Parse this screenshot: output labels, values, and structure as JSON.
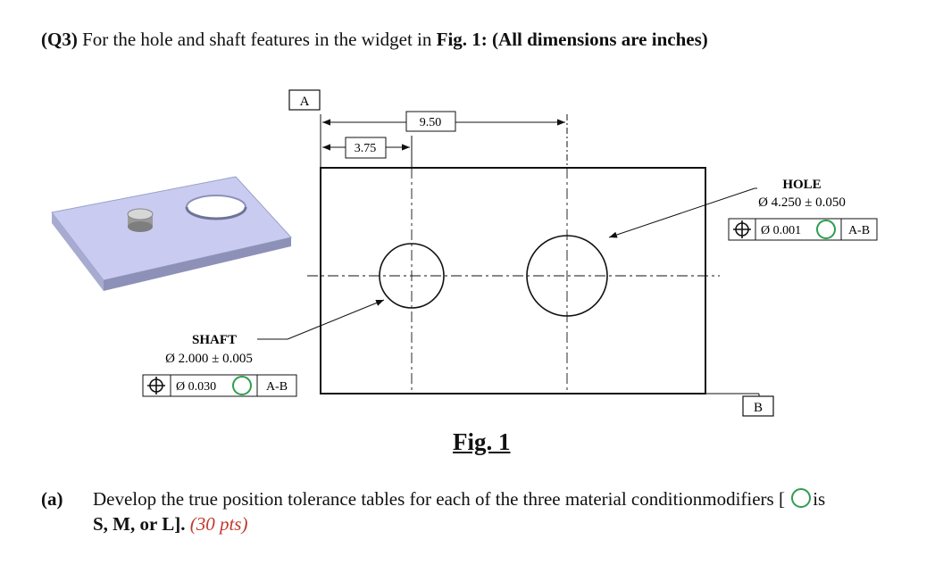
{
  "question": {
    "prefix": "(Q3)",
    "text": "For the hole and shaft features in the widget in",
    "fig_ref": "Fig. 1: (All dimensions are inches)"
  },
  "figure": {
    "datum_a": "A",
    "datum_b": "B",
    "dim_overall": "9.50",
    "dim_shaft": "3.75",
    "hole": {
      "label": "HOLE",
      "size": "Ø 4.250 ± 0.050",
      "fcf_tolerance": "Ø 0.001",
      "fcf_datums": "A-B"
    },
    "shaft": {
      "label": "SHAFT",
      "size": "Ø 2.000 ± 0.005",
      "fcf_tolerance": "Ø 0.030",
      "fcf_datums": "A-B"
    },
    "caption": "Fig. 1"
  },
  "part_a": {
    "label": "(a)",
    "text_line1": "Develop the true position tolerance tables for each of the three material conditionmodifiers [",
    "text_after_circle": "is",
    "text_line2": "S, M, or L].",
    "points": "(30 pts)"
  },
  "colors": {
    "modifier_circle": "#2e9e4f",
    "points_text": "#c0392b",
    "plate_top": "#c9ccf0",
    "plate_edge": "#8d91b8"
  }
}
